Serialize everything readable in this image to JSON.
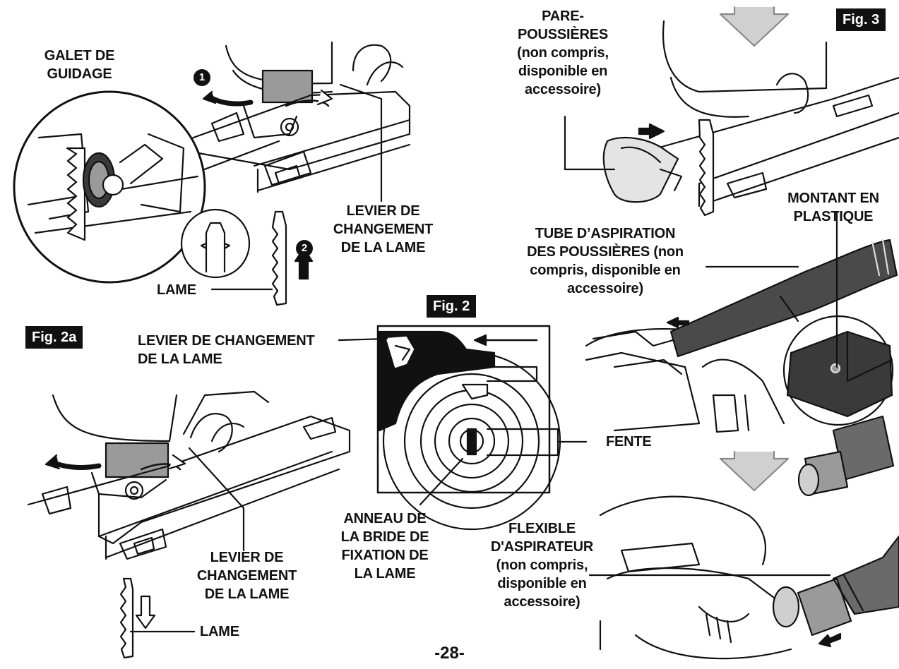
{
  "figures": {
    "fig2a": "Fig. 2a",
    "fig2": "Fig. 2",
    "fig3": "Fig. 3"
  },
  "steps": {
    "one": "1",
    "two": "2"
  },
  "labels": {
    "galet": "GALET DE\nGUIDAGE",
    "levier_top": "LEVIER DE\nCHANGEMENT\nDE LA LAME",
    "lame_top": "LAME",
    "levier_fig2": "LEVIER DE CHANGEMENT\nDE LA LAME",
    "levier_bottom": "LEVIER DE\nCHANGEMENT\nDE LA LAME",
    "lame_bottom": "LAME",
    "anneau": "ANNEAU DE\nLA BRIDE DE\nFIXATION DE\nLA LAME",
    "fente": "FENTE",
    "pare": "PARE-\nPOUSSIÈRES\n(non compris,\ndisponible en\naccessoire)",
    "montant": "MONTANT EN\nPLASTIQUE",
    "tube": "TUBE D’ASPIRATION\nDES POUSSIÈRES (non\ncompris, disponible en\naccessoire)",
    "flexible": "FLEXIBLE\nD'ASPIRATEUR\n(non compris,\ndisponible en\naccessoire)"
  },
  "page_number": "-28-",
  "colors": {
    "ink": "#111111",
    "metal": "#9a9a9a",
    "dark_part": "#3a3a3a",
    "arrow_fill": "#cfcfcf"
  }
}
